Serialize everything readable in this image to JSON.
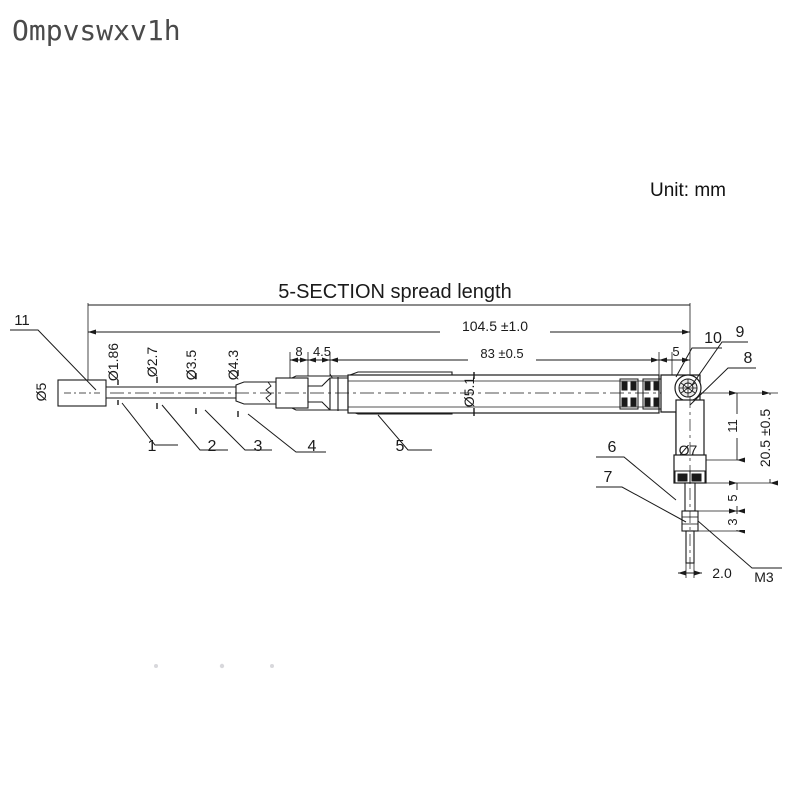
{
  "watermark": {
    "text": "Ompvswxv1h"
  },
  "unit": {
    "label": "Unit: mm"
  },
  "title": {
    "text": "5-SECTION spread length"
  },
  "dimensions": {
    "overall_length": "104.5 ±1.0",
    "tube_length": "83 ±0.5",
    "seg_8": "8",
    "seg_4_5": "4.5",
    "seg_5_right": "5",
    "vertical_total": "20.5 ±0.5",
    "height_11": "11",
    "height_5": "5",
    "height_3": "3",
    "width_2_0": "2.0",
    "thread": "M3"
  },
  "diameters": {
    "d5": "Ø5",
    "d1_86": "Ø1.86",
    "d2_7": "Ø2.7",
    "d3_5": "Ø3.5",
    "d4_3": "Ø4.3",
    "d5_1": "Ø5.1",
    "d7": "Ø7"
  },
  "callouts": {
    "c1": "1",
    "c2": "2",
    "c3": "3",
    "c4": "4",
    "c5": "5",
    "c6": "6",
    "c7": "7",
    "c8": "8",
    "c9": "9",
    "c10": "10",
    "c11": "11"
  },
  "colors": {
    "line": "#1a1a1a",
    "thin": "#333333",
    "watermark": "#4a4a4a",
    "background": "#ffffff"
  }
}
